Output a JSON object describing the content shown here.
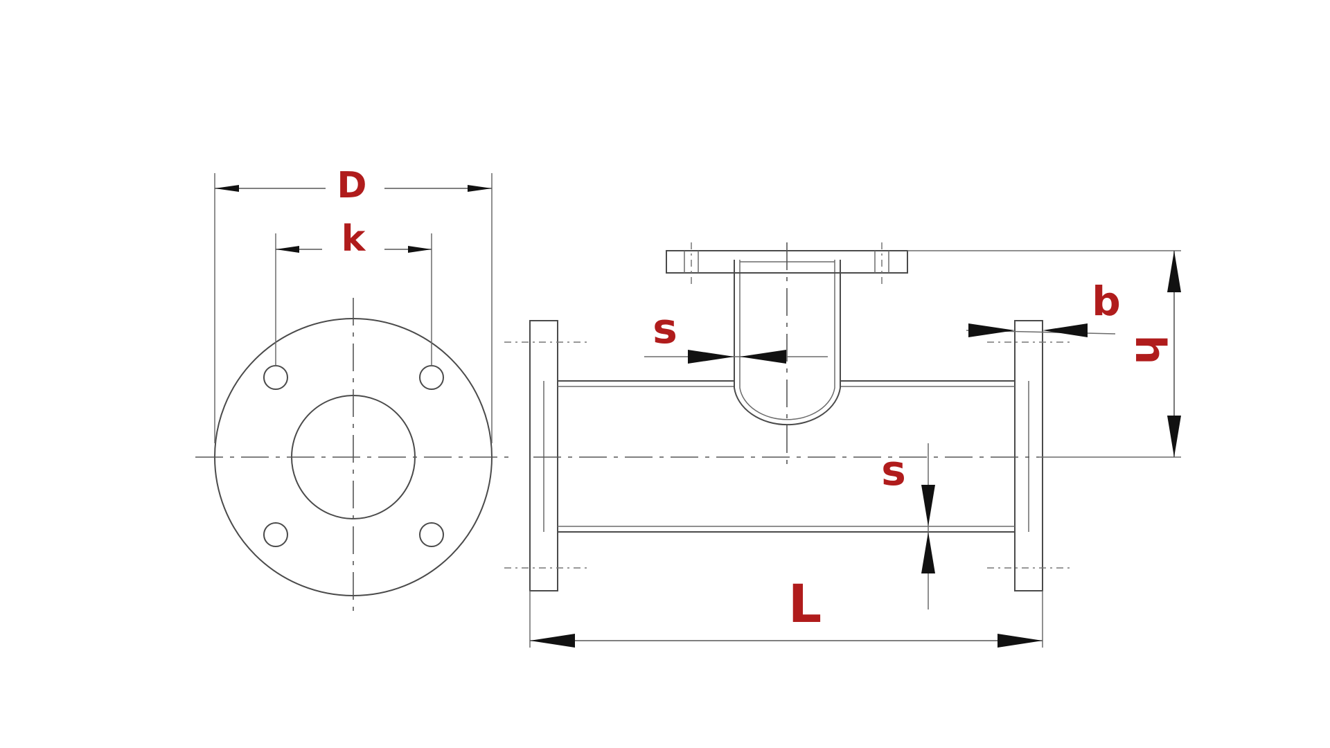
{
  "diagram": {
    "labels": {
      "outer_diameter": "D",
      "bolt_circle": "k",
      "wall_thickness_branch": "s",
      "wall_thickness_run": "s",
      "flange_thickness": "b",
      "branch_height": "h",
      "length": "L"
    },
    "colors": {
      "label": "#b01c1c",
      "line": "#4a4a4a",
      "arrow": "#111111"
    }
  }
}
